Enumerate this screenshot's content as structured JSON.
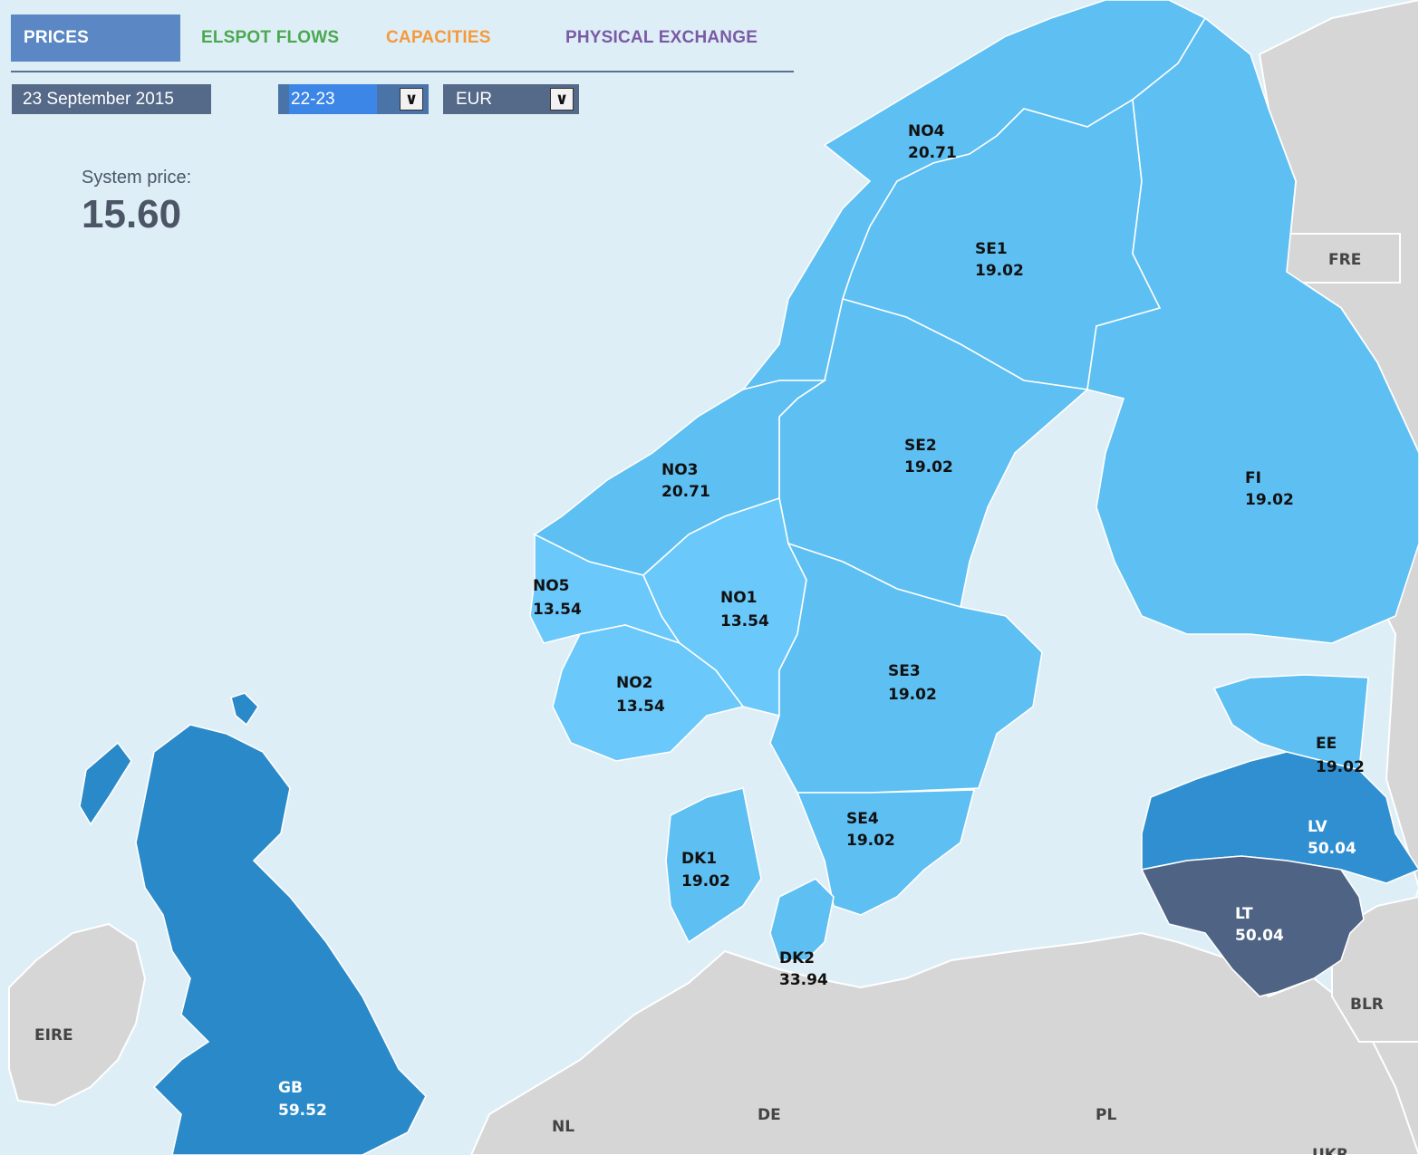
{
  "tabs": {
    "prices": "PRICES",
    "elspot_flows": "ELSPOT FLOWS",
    "capacities": "CAPACITIES",
    "physical_exchange": "PHYSICAL EXCHANGE"
  },
  "controls": {
    "date": "23 September 2015",
    "hour": "22-23",
    "currency": "EUR"
  },
  "system_price": {
    "label": "System price:",
    "value": "15.60"
  },
  "zones": {
    "NO4": {
      "name": "NO4",
      "price": "20.71"
    },
    "SE1": {
      "name": "SE1",
      "price": "19.02"
    },
    "SE2": {
      "name": "SE2",
      "price": "19.02"
    },
    "NO3": {
      "name": "NO3",
      "price": "20.71"
    },
    "FI": {
      "name": "FI",
      "price": "19.02"
    },
    "NO5": {
      "name": "NO5",
      "price": "13.54"
    },
    "NO1": {
      "name": "NO1",
      "price": "13.54"
    },
    "NO2": {
      "name": "NO2",
      "price": "13.54"
    },
    "SE3": {
      "name": "SE3",
      "price": "19.02"
    },
    "EE": {
      "name": "EE",
      "price": "19.02"
    },
    "SE4": {
      "name": "SE4",
      "price": "19.02"
    },
    "DK1": {
      "name": "DK1",
      "price": "19.02"
    },
    "LV": {
      "name": "LV",
      "price": "50.04"
    },
    "LT": {
      "name": "LT",
      "price": "50.04"
    },
    "DK2": {
      "name": "DK2",
      "price": "33.94"
    },
    "GB": {
      "name": "GB",
      "price": "59.52"
    }
  },
  "countries": {
    "fre": "FRE",
    "eire": "EIRE",
    "blr": "BLR",
    "nl": "NL",
    "de": "DE",
    "pl": "PL",
    "ukr": "UKR"
  },
  "colors": {
    "sea": "#ddeef6",
    "land": "#d6d6d6",
    "zone_light": "#5ebff3",
    "zone_dark": "#2f8fd0",
    "zone_lt": "#4f6384",
    "tab_active": "#5b88c5",
    "tab_flows": "#4aa84f",
    "tab_capacities": "#f59a3c",
    "tab_physical": "#7a5aa4"
  }
}
